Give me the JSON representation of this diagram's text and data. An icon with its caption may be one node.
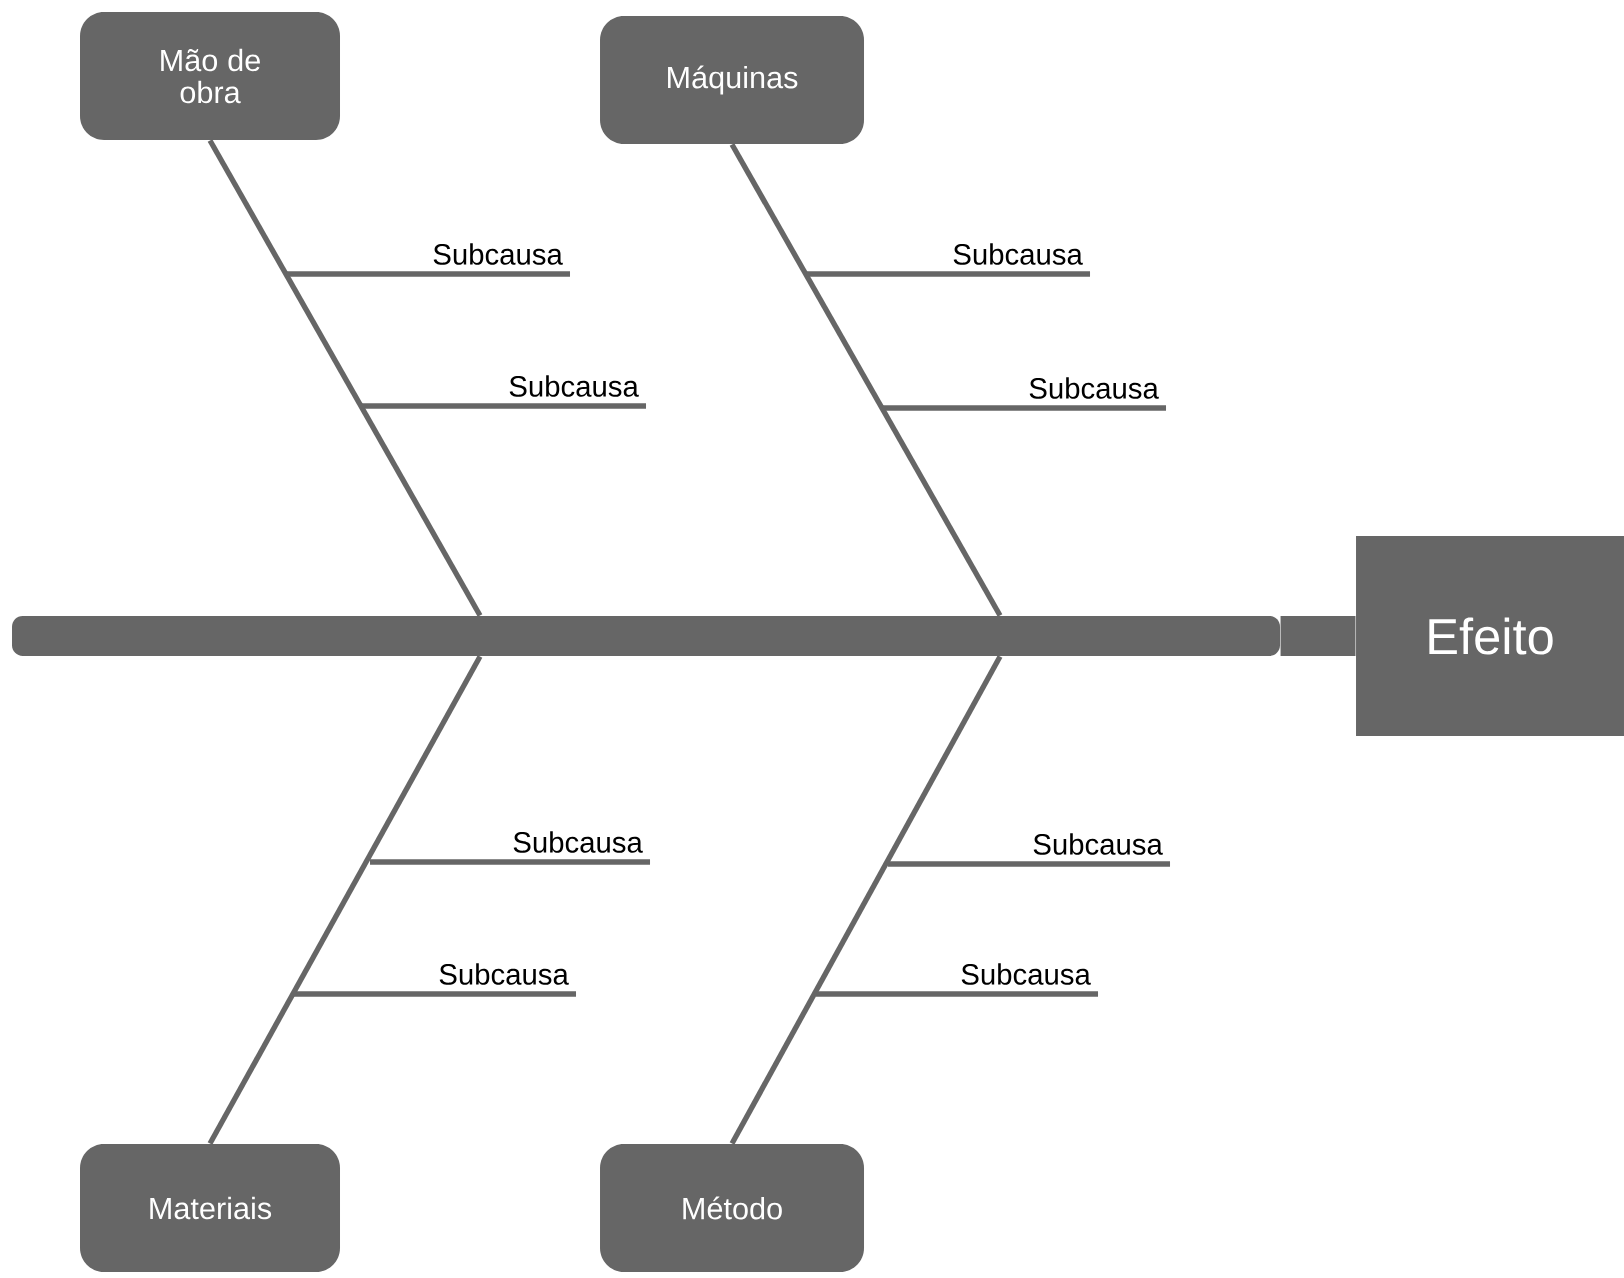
{
  "diagram": {
    "nodes": [
      {
        "text": [
          "Mão de obra"
        ]
      },
      {
        "text": [
          "Máquinas"
        ]
      },
      {
        "text": [
          "Materiais"
        ]
      },
      {
        "text": [
          "Método"
        ]
      },
      {
        "text": [
          "Efeito"
        ]
      },
      {
        "text": [],
        "shape": "bar"
      }
    ],
    "edges": [
      {
        "from": 0,
        "to": 5,
        "arrow": "none"
      },
      {
        "from": 1,
        "to": 5,
        "arrow": "none"
      },
      {
        "from": 2,
        "to": 5,
        "arrow": "none"
      },
      {
        "from": 3,
        "to": 5,
        "arrow": "none"
      },
      {
        "from": 5,
        "to": 4,
        "arrow": "none",
        "style": "thick"
      }
    ],
    "labels": [
      "Subcausa",
      "Subcausa",
      "Subcausa",
      "Subcausa",
      "Subcausa",
      "Subcausa",
      "Subcausa",
      "Subcausa"
    ]
  }
}
